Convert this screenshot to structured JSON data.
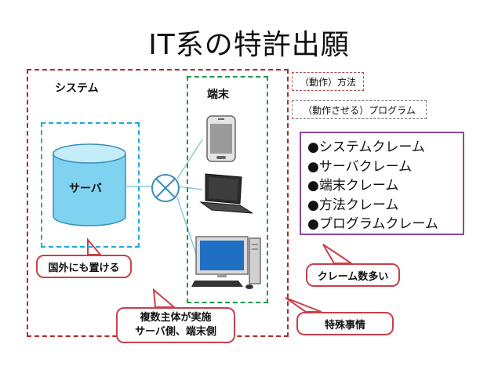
{
  "title": "IT系の特許出願",
  "system_label": "システム",
  "server_label": "サーバ",
  "terminal_label": "端末",
  "tags": {
    "method": "（動作）方法",
    "program": "（動作させる）プログラム"
  },
  "claims": [
    "●システムクレーム",
    "●サーバクレーム",
    "●端末クレーム",
    "●方法クレーム",
    "●プログラムクレーム"
  ],
  "callouts": {
    "abroad": "国外にも置ける",
    "many_claims": "クレーム数多い",
    "multi_line1": "複数主体が実施",
    "multi_line2": "サーバ側、端末側",
    "special": "特殊事情"
  },
  "colors": {
    "system_border": "#b02a2a",
    "server_border": "#1aa9d8",
    "terminal_border": "#1c9a4c",
    "claims_border": "#8e4aa0",
    "callout_border": "#c9404a",
    "server_fill": "#7fd3f0"
  },
  "icons": [
    "server-cylinder-icon",
    "network-hub-icon",
    "smartphone-icon",
    "laptop-icon",
    "desktop-pc-icon"
  ]
}
